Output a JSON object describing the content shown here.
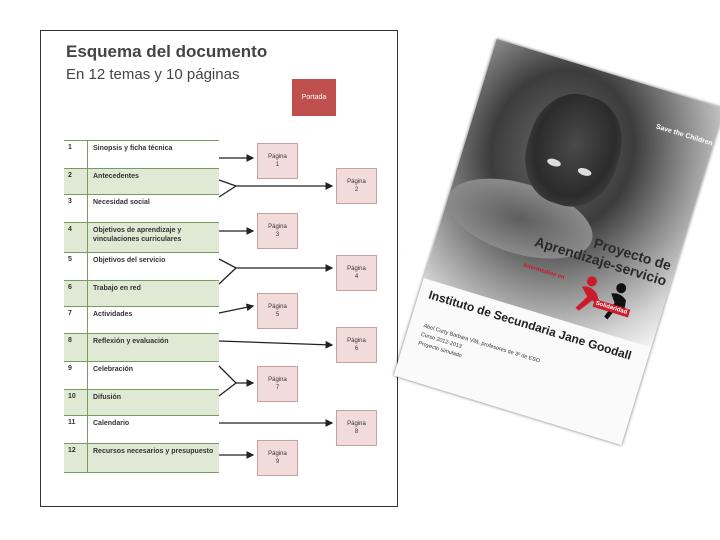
{
  "document": {
    "title": "Esquema del documento",
    "subtitle": "En 12 temas y 10 páginas",
    "portada_label": "Portada",
    "topics": [
      {
        "num": "1",
        "label": "Sinopsis y ficha técnica"
      },
      {
        "num": "2",
        "label": "Antecedentes"
      },
      {
        "num": "3",
        "label": "Necesidad social"
      },
      {
        "num": "4",
        "label": "Objetivos de aprendizaje y vinculaciones curriculares"
      },
      {
        "num": "5",
        "label": "Objetivos del servicio"
      },
      {
        "num": "6",
        "label": "Trabajo en red"
      },
      {
        "num": "7",
        "label": "Actividades"
      },
      {
        "num": "8",
        "label": "Reflexión y evaluación"
      },
      {
        "num": "9",
        "label": "Celebración"
      },
      {
        "num": "10",
        "label": "Difusión"
      },
      {
        "num": "11",
        "label": "Calendario"
      },
      {
        "num": "12",
        "label": "Recursos necesarios y presupuesto"
      }
    ],
    "pages": [
      {
        "word": "Página",
        "num": "1"
      },
      {
        "word": "Página",
        "num": "2"
      },
      {
        "word": "Página",
        "num": "3"
      },
      {
        "word": "Página",
        "num": "4"
      },
      {
        "word": "Página",
        "num": "5"
      },
      {
        "word": "Página",
        "num": "6"
      },
      {
        "word": "Página",
        "num": "7"
      },
      {
        "word": "Página",
        "num": "8"
      },
      {
        "word": "Página",
        "num": "9"
      }
    ]
  },
  "cover": {
    "brand": "Save the Children",
    "project_line1": "Proyecto de",
    "project_line2": "Aprendizaje-servicio",
    "intermedios": "Intermedios en",
    "solidaridad": "Solidaridad",
    "institute": "Instituto de Secundaria Jane Goodall",
    "authors": "Abel Curty Barbara Vilà, profesores de 3º de ESO",
    "course": "Curso 2012-2013",
    "status": "Proyecto simulado"
  },
  "colors": {
    "table_green": "#dfe9d3",
    "page_pink": "#f2dcdb",
    "portada_red": "#c0504d",
    "brand_red": "#cc1b2a"
  }
}
